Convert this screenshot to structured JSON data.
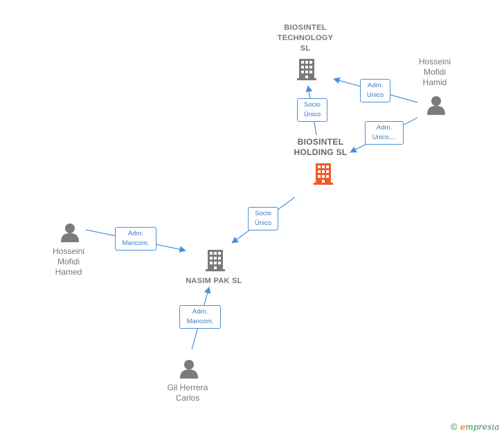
{
  "nodes": {
    "biosintel_technology": {
      "lines": [
        "BIOSINTEL",
        "TECHNOLOGY",
        "SL"
      ],
      "type": "company"
    },
    "biosintel_holding": {
      "lines": [
        "BIOSINTEL",
        "HOLDING  SL"
      ],
      "type": "company-main"
    },
    "nasim_pak": {
      "lines": [
        "NASIM PAK  SL"
      ],
      "type": "company"
    },
    "hosseini_hamid": {
      "lines": [
        "Hosseini",
        "Mofidi",
        "Hamid"
      ],
      "type": "person"
    },
    "hosseini_hamed": {
      "lines": [
        "Hosseini",
        "Mofidi",
        "Hamed"
      ],
      "type": "person"
    },
    "gil_herrera": {
      "lines": [
        "Gil Herrera",
        "Carlos"
      ],
      "type": "person"
    }
  },
  "edges": {
    "holding_to_technology": [
      "Socio",
      "Único"
    ],
    "hamid_to_technology": [
      "Adm.",
      "Unico"
    ],
    "hamid_to_holding": [
      "Adm.",
      "Unico,..."
    ],
    "holding_to_nasim": [
      "Socio",
      "Único"
    ],
    "hamed_to_nasim": [
      "Adm.",
      "Mancom."
    ],
    "gil_to_nasim": [
      "Adm.",
      "Mancom."
    ]
  },
  "colors": {
    "edge": "#4a90d9",
    "company": "#7b7b7b",
    "main_company": "#f05a28",
    "person": "#7b7b7b"
  },
  "brand": {
    "copyright": "©",
    "e": "e",
    "rest": "mpresia"
  }
}
